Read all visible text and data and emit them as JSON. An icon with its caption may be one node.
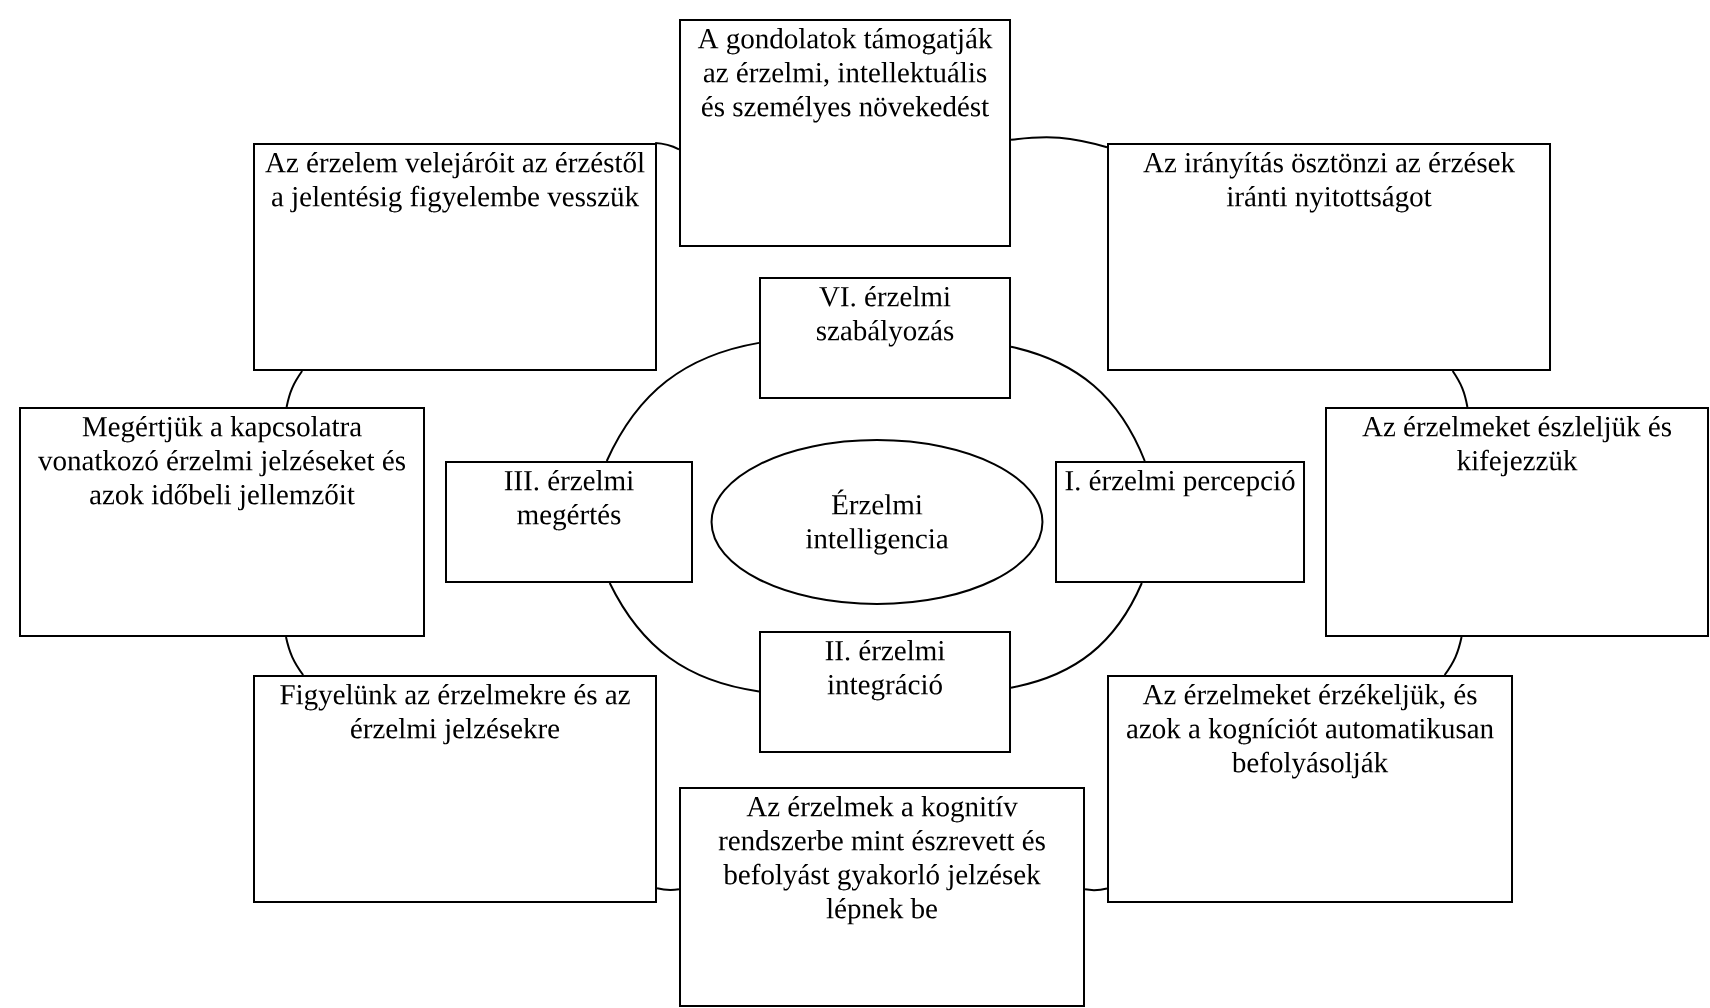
{
  "diagram": {
    "nodes": [
      {
        "text": [
          "A gondolatok támogatják az érzelmi, intellektuális és személyes növekedést"
        ]
      },
      {
        "text": [
          "Az érzelem velejáróit az érzéstől a jelentésig figyelembe vesszük"
        ]
      },
      {
        "text": [
          "Az irányítás ösztönzi az érzések iránti nyitottságot"
        ]
      },
      {
        "text": [
          "VI. érzelmi szabályozás"
        ]
      },
      {
        "text": [
          "Megértjük a kapcsolatra vonatkozó érzelmi jelzéseket és azok időbeli jellemzőit"
        ]
      },
      {
        "text": [
          "III. érzelmi megértés"
        ]
      },
      {
        "text": [
          "Érzelmi intelligencia"
        ]
      },
      {
        "text": [
          "I. érzelmi percepció"
        ]
      },
      {
        "text": [
          "Az érzelmeket észleljük és kifejezzük"
        ]
      },
      {
        "text": [
          "II. érzelmi integráció"
        ]
      },
      {
        "text": [
          "Figyelünk az érzelmekre és az érzelmi jelzésekre"
        ]
      },
      {
        "text": [
          "Az érzelmeket érzékeljük, és azok a kogníciót automatikusan befolyásolják"
        ]
      },
      {
        "text": [
          "Az érzelmek a kognitív rendszerbe mint észrevett és befolyást gyakorló jelzések lépnek be"
        ]
      }
    ],
    "edges": [
      {
        "from": 0,
        "to": 1,
        "arrow": "none"
      },
      {
        "from": 1,
        "to": 4,
        "arrow": "none"
      },
      {
        "from": 4,
        "to": 10,
        "arrow": "none"
      },
      {
        "from": 10,
        "to": 12,
        "arrow": "none"
      },
      {
        "from": 12,
        "to": 11,
        "arrow": "none"
      },
      {
        "from": 11,
        "to": 8,
        "arrow": "none"
      },
      {
        "from": 8,
        "to": 2,
        "arrow": "none"
      },
      {
        "from": 2,
        "to": 0,
        "arrow": "none"
      },
      {
        "from": 3,
        "to": 5,
        "arrow": "none"
      },
      {
        "from": 5,
        "to": 9,
        "arrow": "none"
      },
      {
        "from": 9,
        "to": 7,
        "arrow": "none"
      },
      {
        "from": 7,
        "to": 3,
        "arrow": "none"
      }
    ]
  }
}
